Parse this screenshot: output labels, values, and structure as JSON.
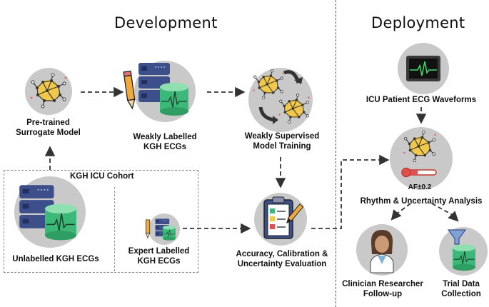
{
  "sections": {
    "development": "Development",
    "deployment": "Deployment"
  },
  "nodes": {
    "pretrained": {
      "line1": "Pre-trained",
      "line2": "Surrogate Model"
    },
    "weak_ecgs": {
      "line1": "Weakly Labelled",
      "line2": "KGH ECGs"
    },
    "weak_training": {
      "line1": "Weakly Supervised",
      "line2": "Model Training"
    },
    "cohort": {
      "title": "KGH ICU Cohort"
    },
    "unlabelled": {
      "line1": "Unlabelled KGH ECGs"
    },
    "expert": {
      "line1": "Expert Labelled",
      "line2": "KGH ECGs"
    },
    "evaluation": {
      "line1": "Accuracy, Calibration &",
      "line2": "Uncertainty Evaluation"
    },
    "icu_waveforms": {
      "line1": "ICU Patient ECG Waveforms"
    },
    "analysis": {
      "line1": "Rhythm & Uncertainty Analysis",
      "readout": "AF±0.2"
    },
    "clinician": {
      "line1": "Clinician Researcher",
      "line2": "Follow-up"
    },
    "trial": {
      "line1": "Trial Data",
      "line2": "Collection"
    }
  },
  "colors": {
    "circle": "#c9c9c9",
    "brain": "#f2c84b",
    "server": "#3d4f8a",
    "database": "#3cb878",
    "arrow": "#333333",
    "monitor": "#3a3a3a",
    "ecg_trace": "#39e06a"
  }
}
